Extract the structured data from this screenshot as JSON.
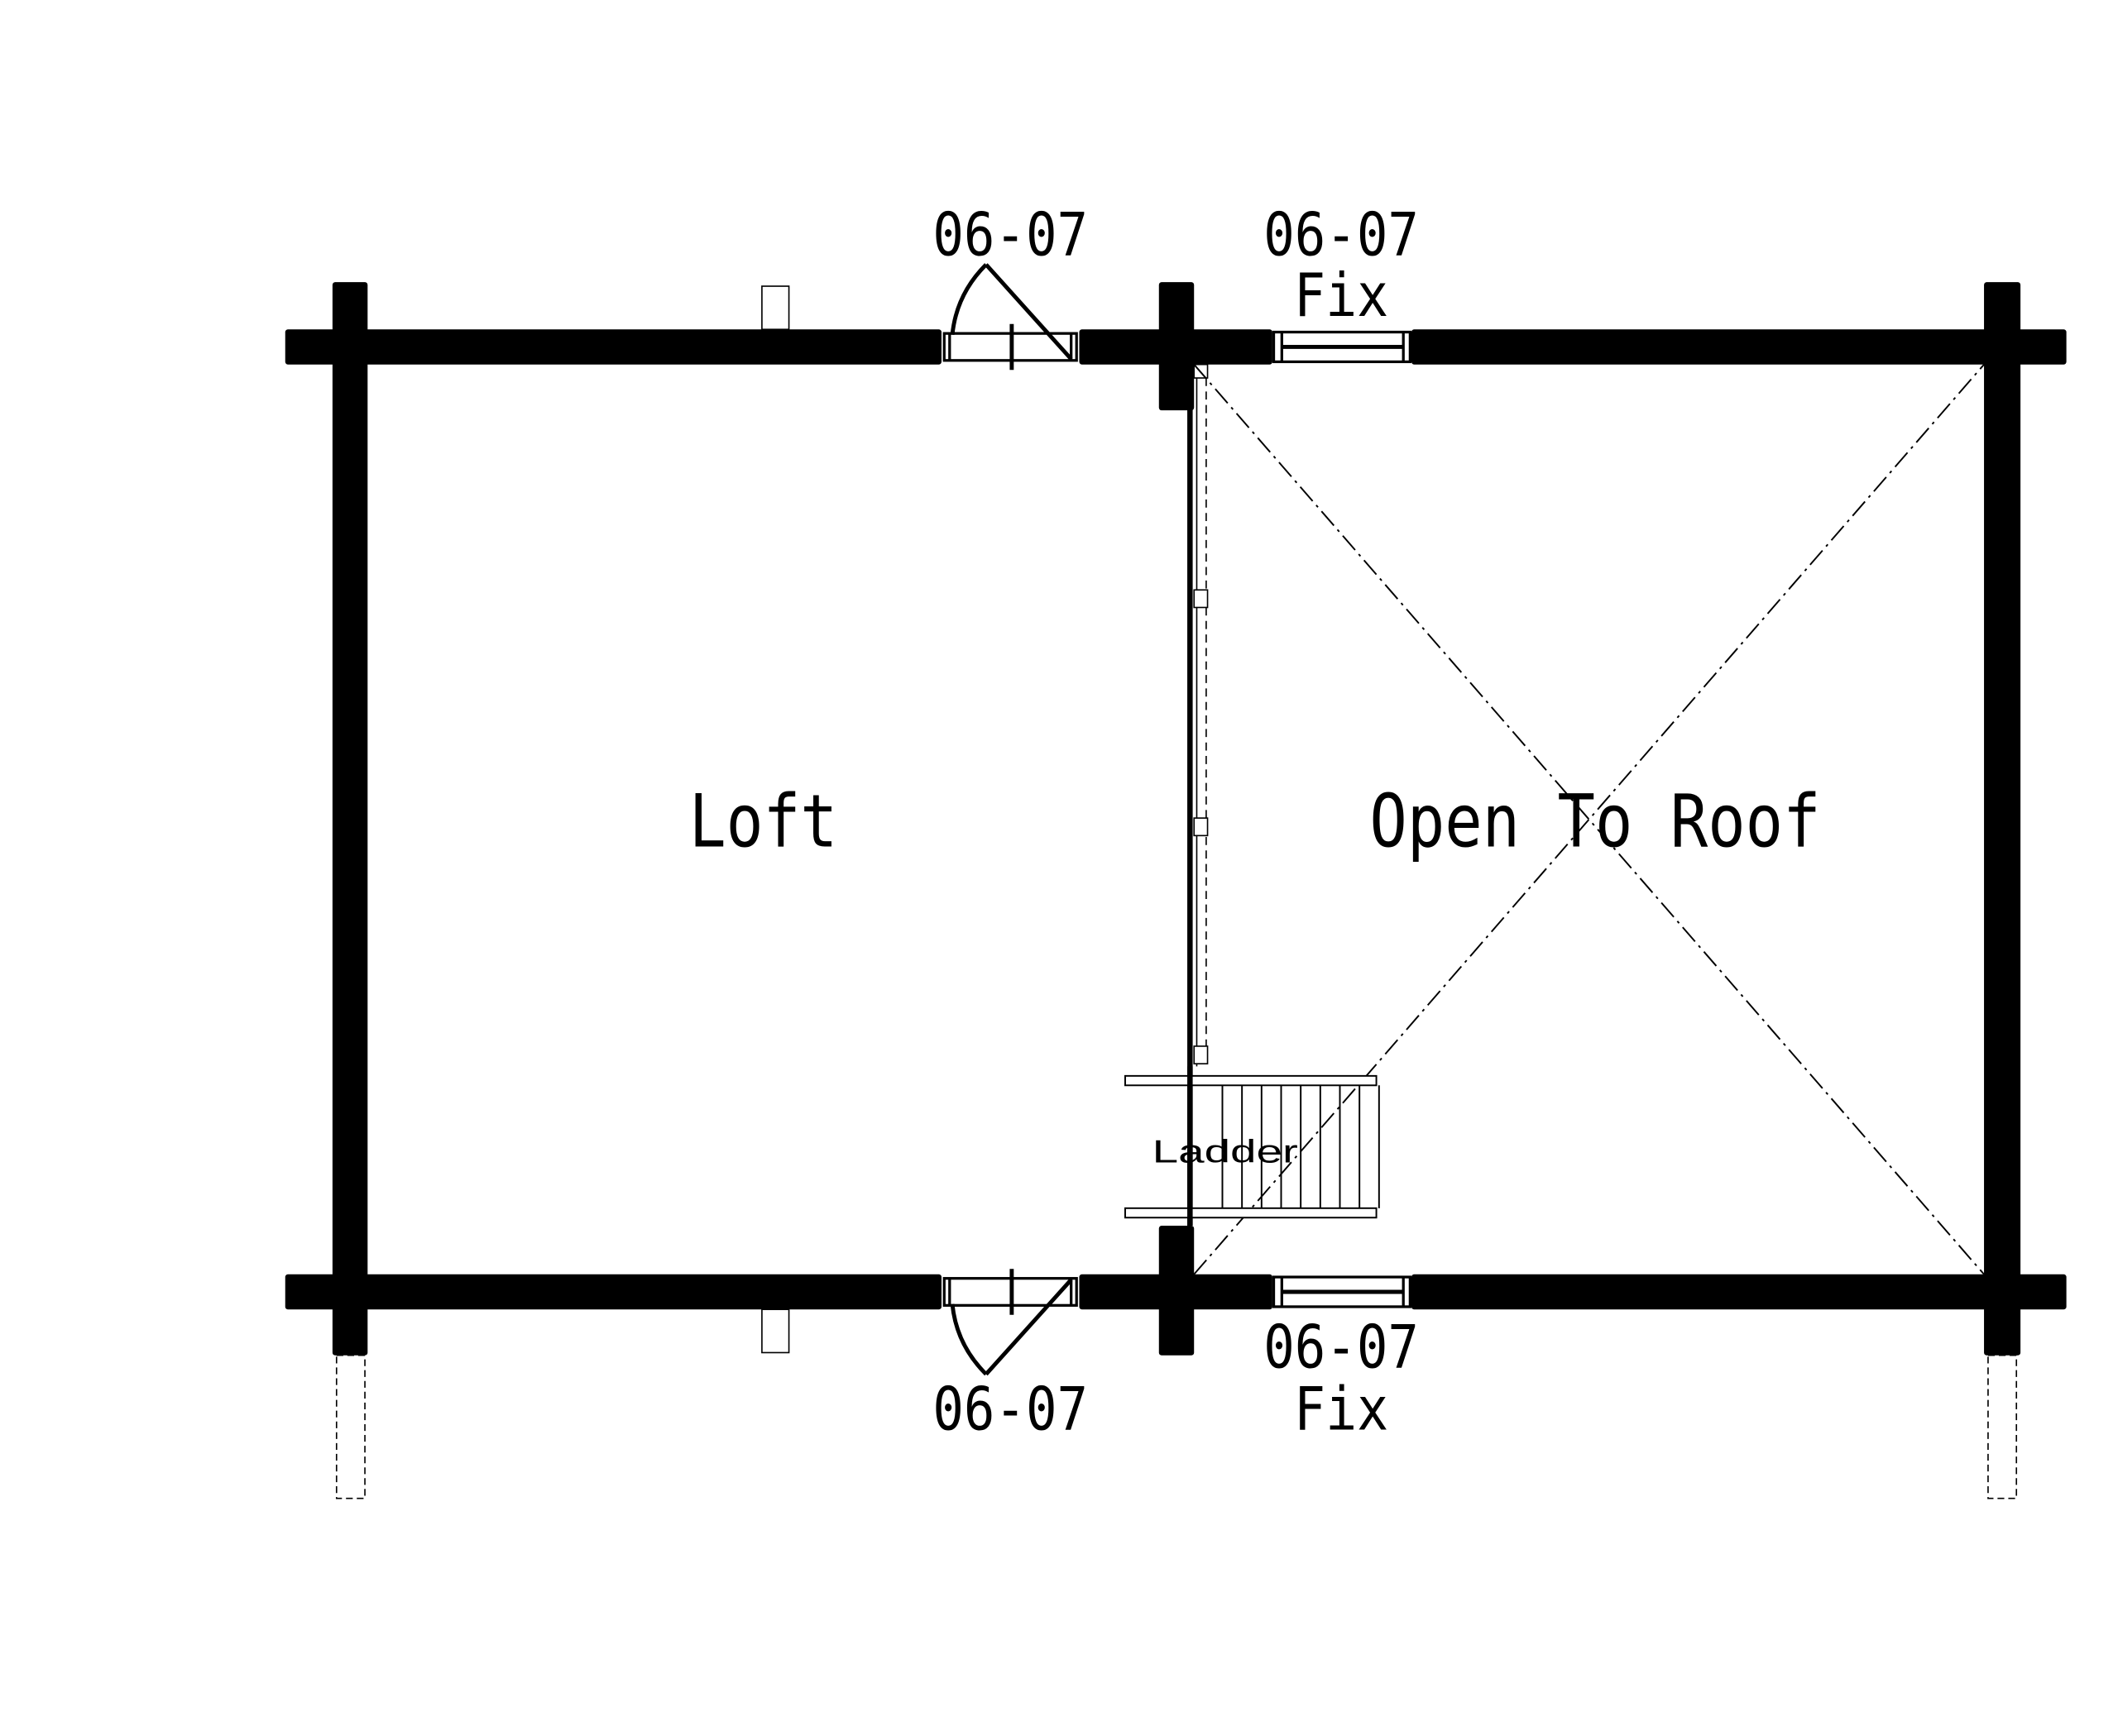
{
  "plan": {
    "rooms": [
      {
        "id": "loft",
        "label": "Loft"
      },
      {
        "id": "open",
        "label": "Open To Roof"
      }
    ],
    "ladder_label": "Ladder",
    "openings": {
      "top_door": "06-07",
      "top_window_code": "06-07",
      "top_window_type": "Fix",
      "bottom_door": "06-07",
      "bottom_window_code": "06-07",
      "bottom_window_type": "Fix"
    },
    "colors": {
      "line": "#000000",
      "background": "#ffffff"
    }
  }
}
